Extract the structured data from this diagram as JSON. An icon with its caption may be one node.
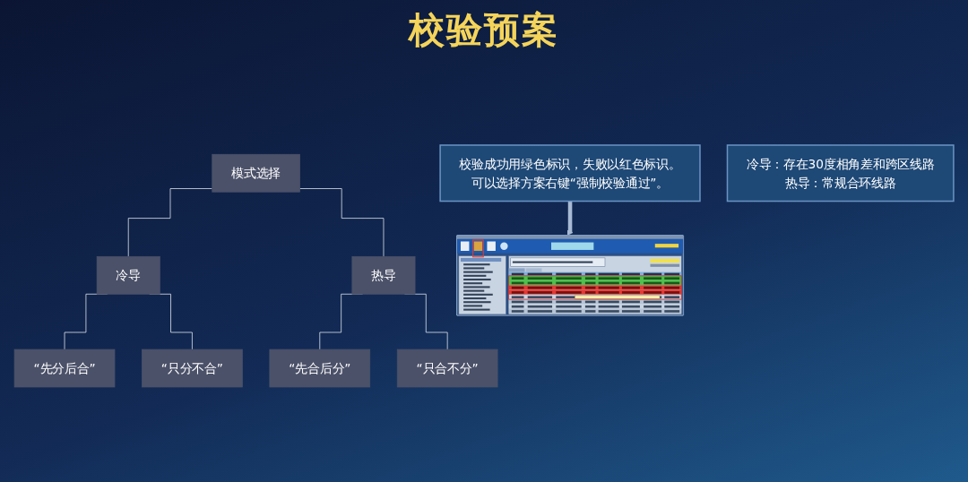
{
  "diagram": {
    "title": "校验预案",
    "nodes": [
      {
        "text": [
          "模式选择"
        ]
      },
      {
        "text": [
          "冷导"
        ]
      },
      {
        "text": [
          "热导"
        ]
      },
      {
        "text": [
          "“先分后合”"
        ]
      },
      {
        "text": [
          "“只分不合”"
        ]
      },
      {
        "text": [
          "“先合后分”"
        ]
      },
      {
        "text": [
          "“只合不分”"
        ]
      },
      {
        "text": [
          "冷导：存在30度相角差和跨区线路",
          "热导：常规合环线路"
        ]
      },
      {
        "text": [
          "校验成功用绿色标识，失败以红色标识。",
          "可以选择方案右键“强制校验通过”。"
        ]
      },
      {
        "text": [],
        "shape": "picture"
      }
    ],
    "edges": [
      {
        "from": 0,
        "to": 1,
        "arrow": "none"
      },
      {
        "from": 0,
        "to": 2,
        "arrow": "none"
      },
      {
        "from": 1,
        "to": 3,
        "arrow": "none"
      },
      {
        "from": 1,
        "to": 4,
        "arrow": "none"
      },
      {
        "from": 2,
        "to": 5,
        "arrow": "none"
      },
      {
        "from": 2,
        "to": 6,
        "arrow": "none"
      },
      {
        "from": 8,
        "to": 9,
        "arrow": "to",
        "style": "thick",
        "color": "#a8bad4"
      }
    ]
  }
}
